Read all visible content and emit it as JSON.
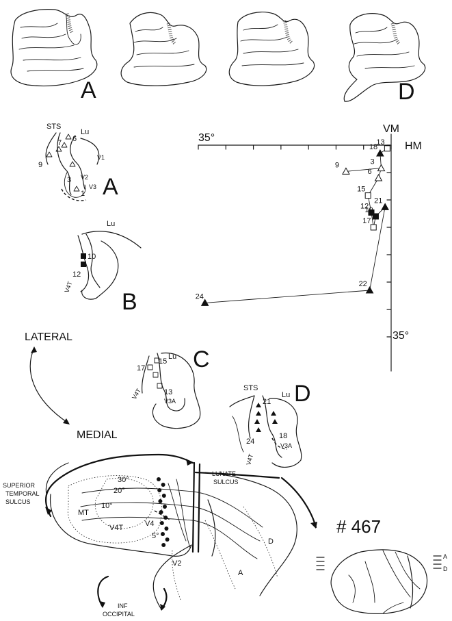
{
  "sections": {
    "a": "A",
    "b": "B",
    "c": "C",
    "d": "D"
  },
  "top_row": {
    "label_a": "A",
    "label_d": "D"
  },
  "slice_a": {
    "sts": "STS",
    "lu": "Lu",
    "v1": "V1",
    "v2": "V2",
    "v3": "V3",
    "sites": [
      "6",
      "7",
      "9",
      "3",
      "1"
    ]
  },
  "slice_b": {
    "lu": "Lu",
    "v4t": "V4T",
    "sites": [
      "10",
      "12"
    ]
  },
  "slice_c": {
    "lu": "Lu",
    "v4t": "V4T",
    "v3a": "V3A",
    "sites": [
      "15",
      "17",
      "13"
    ]
  },
  "slice_d": {
    "sts": "STS",
    "lu": "Lu",
    "v4t": "V4T",
    "v3a": "V3A",
    "sites": [
      "21",
      "24",
      "18"
    ]
  },
  "orientation": {
    "lateral": "LATERAL",
    "medial": "MEDIAL"
  },
  "field_map": {
    "x_tick_label": "35°",
    "y_tick_label": "35°",
    "vm": "VM",
    "hm": "HM",
    "points": [
      {
        "id": "18",
        "x": 2.0,
        "y": 1.5,
        "marker": "filled-triangle"
      },
      {
        "id": "13",
        "x": 0.7,
        "y": 0.6,
        "marker": "open-square"
      },
      {
        "id": "3",
        "x": 1.8,
        "y": 4.2,
        "marker": "open-triangle"
      },
      {
        "id": "9",
        "x": 8.2,
        "y": 4.8,
        "marker": "open-triangle"
      },
      {
        "id": "6",
        "x": 2.3,
        "y": 6.0,
        "marker": "open-triangle"
      },
      {
        "id": "15",
        "x": 4.2,
        "y": 9.2,
        "marker": "open-square"
      },
      {
        "id": "12",
        "x": 3.6,
        "y": 12.3,
        "marker": "filled-square"
      },
      {
        "id": "21",
        "x": 1.1,
        "y": 11.3,
        "marker": "filled-triangle"
      },
      {
        "id": "10",
        "x": 2.8,
        "y": 13.0,
        "marker": "filled-square"
      },
      {
        "id": "17",
        "x": 3.2,
        "y": 15.0,
        "marker": "open-square"
      },
      {
        "id": "22",
        "x": 3.9,
        "y": 26.5,
        "marker": "filled-triangle"
      },
      {
        "id": "24",
        "x": 33.8,
        "y": 28.8,
        "marker": "filled-triangle"
      }
    ]
  },
  "schematic": {
    "superior": "SUPERIOR",
    "temporal": "TEMPORAL",
    "sulcus": "SULCUS",
    "lunate": "LUNATE",
    "lunate_sulcus": "SULCUS",
    "mt": "MT",
    "v4": "V4",
    "v4t": "V4T",
    "v2": "V2",
    "ecc_30": "30°",
    "ecc_20": "20°",
    "ecc_10": "10°",
    "ecc_5": "5°",
    "line_a": "A",
    "line_d": "D",
    "inf": "INF",
    "occipital": "OCCIPITAL"
  },
  "brain": {
    "case_number": "# 467",
    "mark_a": "A",
    "mark_d": "D"
  }
}
